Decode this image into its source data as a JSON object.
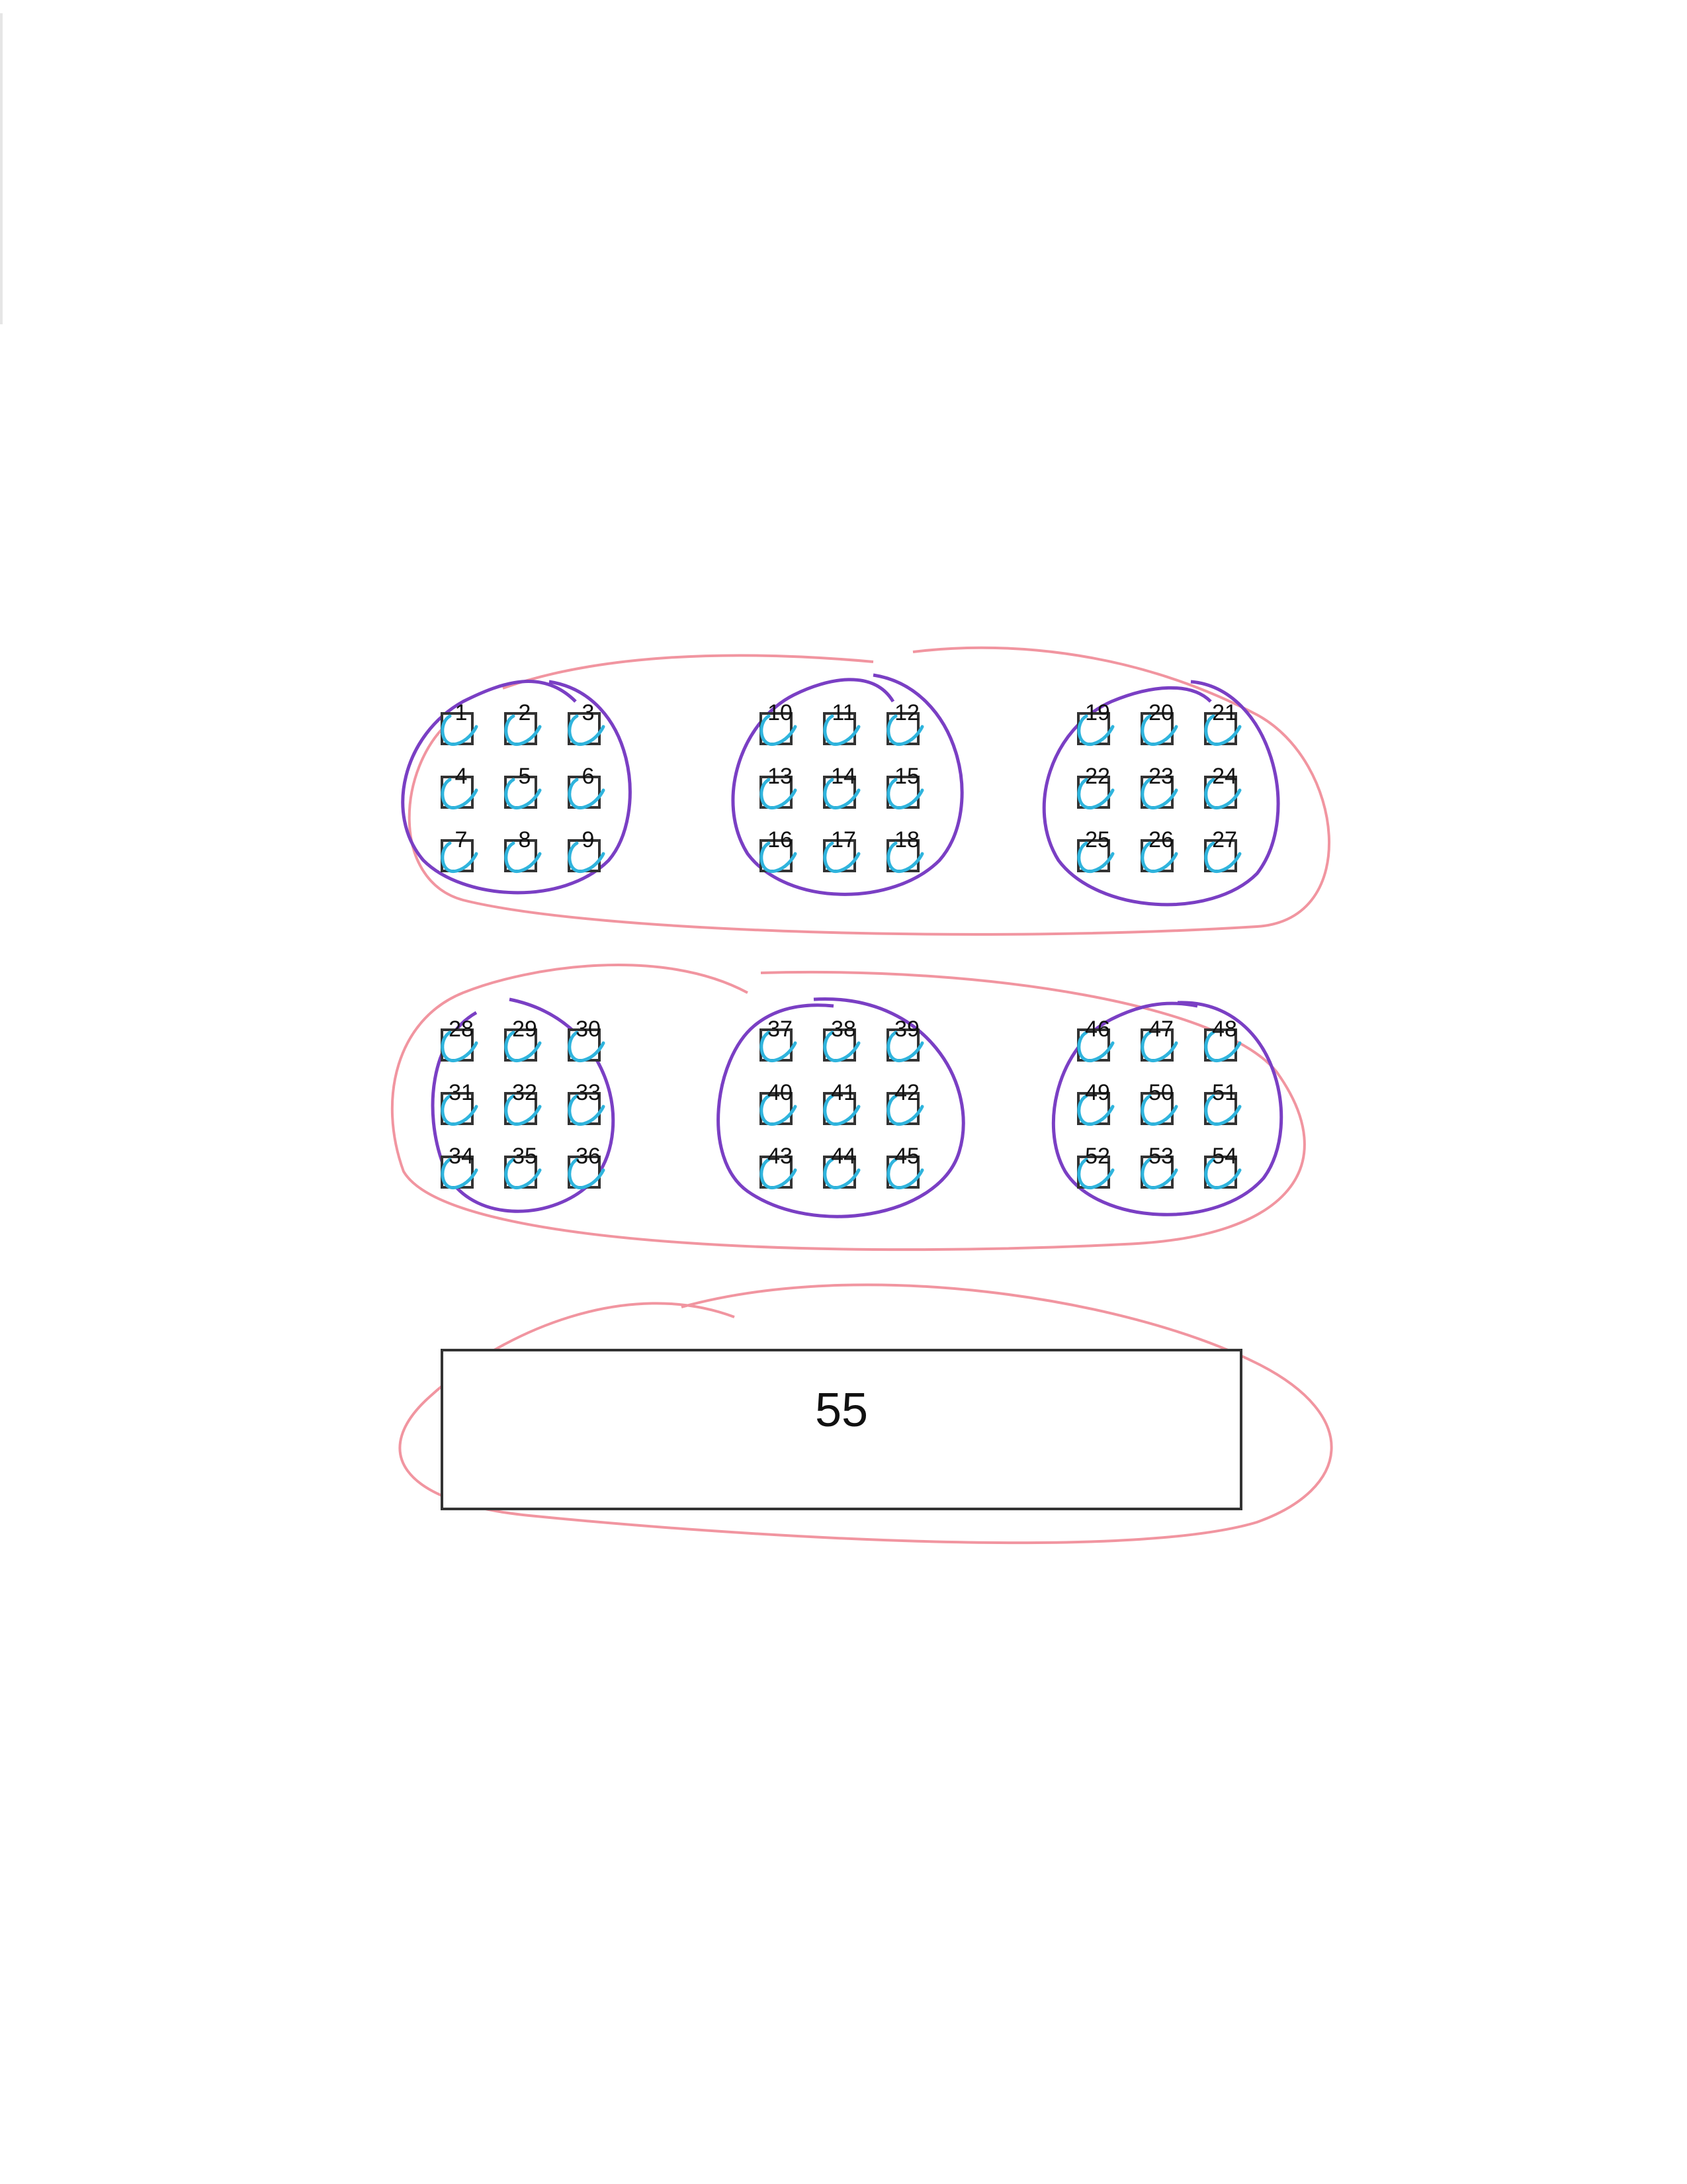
{
  "page": {
    "background": "#ffffff",
    "ink_colors": {
      "group_circle": "#7a3fc4",
      "row_circle": "#f08a96",
      "box_mark": "#2fb4dd"
    }
  },
  "rows": [
    {
      "groups": [
        {
          "boxes": [
            "1",
            "2",
            "3",
            "4",
            "5",
            "6",
            "7",
            "8",
            "9"
          ]
        },
        {
          "boxes": [
            "10",
            "11",
            "12",
            "13",
            "14",
            "15",
            "16",
            "17",
            "18"
          ]
        },
        {
          "boxes": [
            "19",
            "20",
            "21",
            "22",
            "23",
            "24",
            "25",
            "26",
            "27"
          ]
        }
      ]
    },
    {
      "groups": [
        {
          "boxes": [
            "28",
            "29",
            "30",
            "31",
            "32",
            "33",
            "34",
            "35",
            "36"
          ]
        },
        {
          "boxes": [
            "37",
            "38",
            "39",
            "40",
            "41",
            "42",
            "43",
            "44",
            "45"
          ]
        },
        {
          "boxes": [
            "46",
            "47",
            "48",
            "49",
            "50",
            "51",
            "52",
            "53",
            "54"
          ]
        }
      ]
    }
  ],
  "big_box": {
    "label": "55"
  }
}
